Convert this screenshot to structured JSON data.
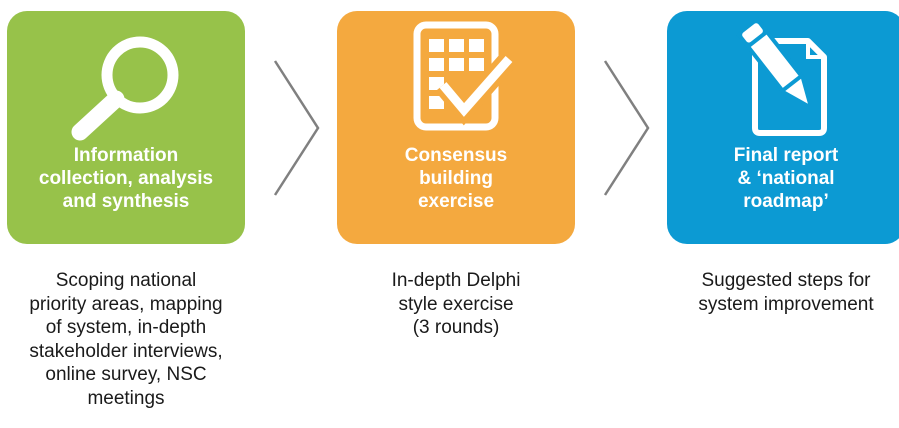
{
  "steps": [
    {
      "title": "Information\ncollection, analysis\nand synthesis",
      "description": "Scoping national\npriority areas, mapping\nof system, in-depth\nstakeholder interviews,\nonline survey, NSC\nmeetings",
      "color": "#97c24a",
      "icon": "magnifying-glass-icon"
    },
    {
      "title": "Consensus\nbuilding\nexercise",
      "description": "In-depth Delphi\nstyle exercise\n(3 rounds)",
      "color": "#f4a93f",
      "icon": "checklist-icon"
    },
    {
      "title": "Final report\n& ‘national\nroadmap’",
      "description": "Suggested steps for\nsystem improvement",
      "color": "#0c9ad3",
      "icon": "pencil-document-icon"
    }
  ],
  "connector": {
    "color": "#808080",
    "icon": "chevron-right-icon"
  }
}
